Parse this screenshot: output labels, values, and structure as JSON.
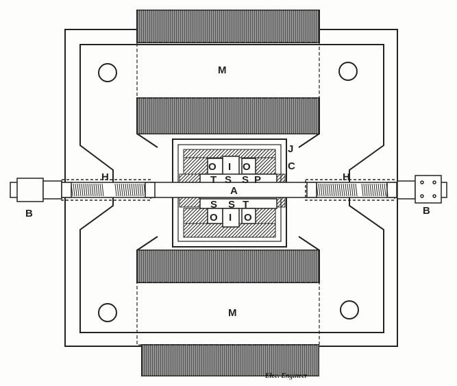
{
  "labels": {
    "m_top": "M",
    "m_bottom": "M",
    "j": "J",
    "c": "C",
    "o1": "O",
    "i1": "I",
    "o2": "O",
    "t1": "T",
    "s1": "S",
    "s2": "S",
    "p": "P",
    "a": "A",
    "s3": "S",
    "s4": "S",
    "t2": "T",
    "o3": "O",
    "i2": "I",
    "o4": "O",
    "h_left": "H",
    "h_right": "H",
    "b_left": "B",
    "b_right": "B"
  },
  "credit": "Elec. Engineer",
  "colors": {
    "ink": "#222222",
    "paper": "#fdfdfb"
  }
}
